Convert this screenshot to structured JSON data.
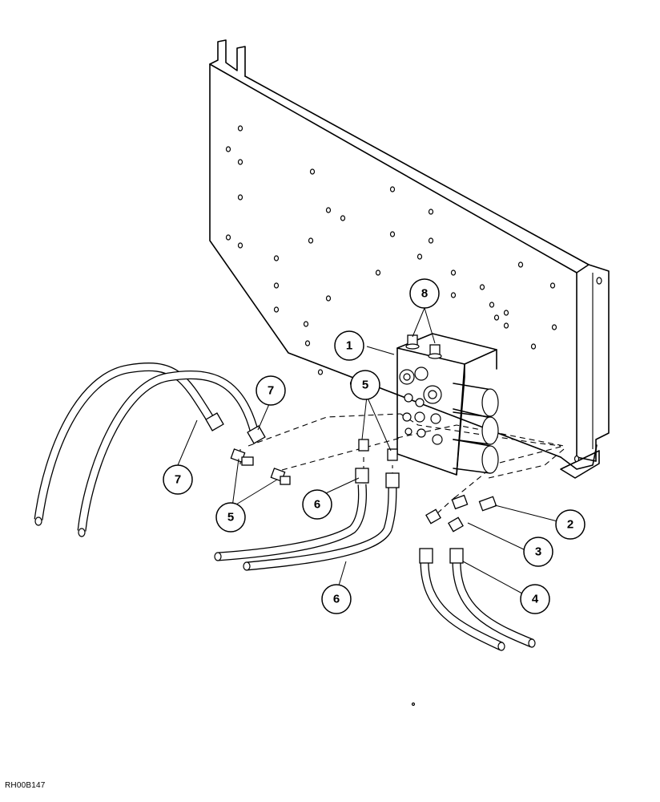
{
  "diagram": {
    "reference_code": "RH00B147",
    "callouts": [
      {
        "id": "callout-1",
        "label": "1"
      },
      {
        "id": "callout-2",
        "label": "2"
      },
      {
        "id": "callout-3",
        "label": "3"
      },
      {
        "id": "callout-4",
        "label": "4"
      },
      {
        "id": "callout-5a",
        "label": "5"
      },
      {
        "id": "callout-5b",
        "label": "5"
      },
      {
        "id": "callout-6a",
        "label": "6"
      },
      {
        "id": "callout-6b",
        "label": "6"
      },
      {
        "id": "callout-7a",
        "label": "7"
      },
      {
        "id": "callout-7b",
        "label": "7"
      },
      {
        "id": "callout-8",
        "label": "8"
      }
    ]
  }
}
